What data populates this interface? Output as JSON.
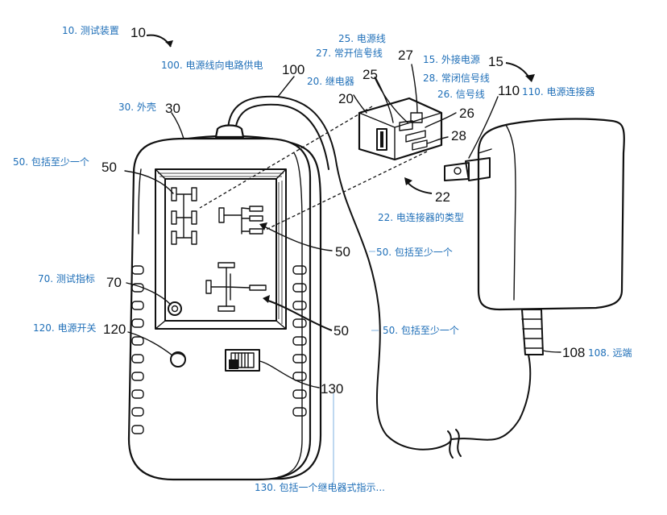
{
  "labels": {
    "n10": "10",
    "a10": "10. 测试装置",
    "n100": "100",
    "a100": "100. 电源线向电路供电",
    "n30": "30",
    "a30": "30. 外壳",
    "n25": "25",
    "a25": "25. 电源线",
    "n27": "27",
    "a27": "27. 常开信号线",
    "n20": "20",
    "a20": "20. 继电器",
    "n15": "15",
    "a15": "15. 外接电源",
    "a28": "28. 常闭信号线",
    "n110": "110",
    "a110": "110. 电源连接器",
    "a26": "26. 信号线",
    "n26": "26",
    "n28": "28",
    "n50a": "50",
    "a50a": "50. 包括至少一个",
    "n22": "22",
    "a22": "22. 电连接器的类型",
    "n50b": "50",
    "a50b": "50. 包括至少一个",
    "n70": "70",
    "a70": "70. 测试指标",
    "n50c": "50",
    "a50c": "50. 包括至少一个",
    "n120": "120",
    "a120": "120. 电源开关",
    "n108": "108",
    "a108": "108. 远端",
    "n130": "130",
    "a130": "130. 包括一个继电器式指示..."
  }
}
